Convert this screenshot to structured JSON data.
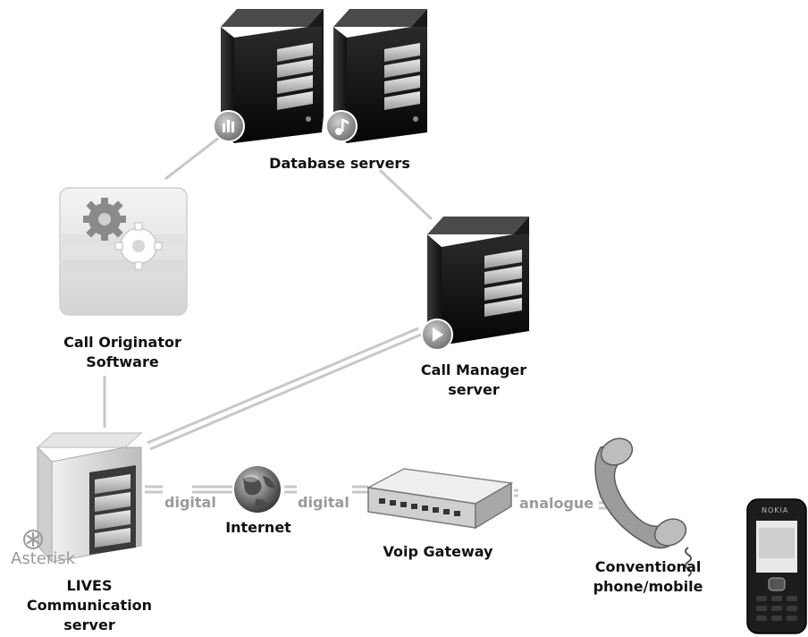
{
  "nodes": {
    "database": {
      "label": "Database servers"
    },
    "call_manager": {
      "label_line1": "Call Manager",
      "label_line2": "server"
    },
    "call_originator": {
      "label_line1": "Call Originator",
      "label_line2": "Software"
    },
    "lives_server": {
      "label_line1": "LIVES",
      "label_line2": "Communication",
      "label_line3": "server"
    },
    "internet": {
      "label": "Internet"
    },
    "voip_gateway": {
      "label": "Voip Gateway"
    },
    "phone": {
      "label_line1": "Conventional",
      "label_line2": "phone/mobile"
    }
  },
  "edges": {
    "server_to_internet": "digital",
    "internet_to_gateway": "digital",
    "gateway_to_phone": "analogue"
  },
  "branding": {
    "asterisk": "Asterisk",
    "phone_brand": "NOKIA"
  },
  "colors": {
    "line": "#c8c8c8",
    "connector_text": "#9a9a9a",
    "label_text": "#111111"
  }
}
